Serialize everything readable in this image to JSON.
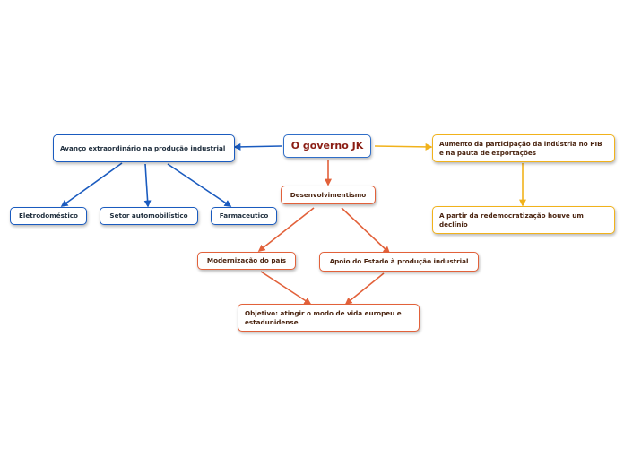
{
  "colors": {
    "blue": "#1a5bbf",
    "orange": "#e2613a",
    "yellow": "#f1b21b",
    "root_text": "#8a1c12"
  },
  "nodes": {
    "root": "O governo JK",
    "avanco": "Avanço extraordinário na produção industrial",
    "eletrodomestico": "Eletrodoméstico",
    "automobilistico": "Setor automobilístico",
    "farmaceutico": "Farmaceutico",
    "desenvolvimentismo": "Desenvolvimentismo",
    "modernizacao": "Modernização do país",
    "apoio": "Apoio do Estado à produção industrial",
    "objetivo": "Objetivo: atingir o modo de vida europeu e estadunidense",
    "aumento": "Aumento da participação da indústria no PIB e na pauta de exportações",
    "redemocratizacao": "A partir da redemocratização houve um declínio"
  }
}
